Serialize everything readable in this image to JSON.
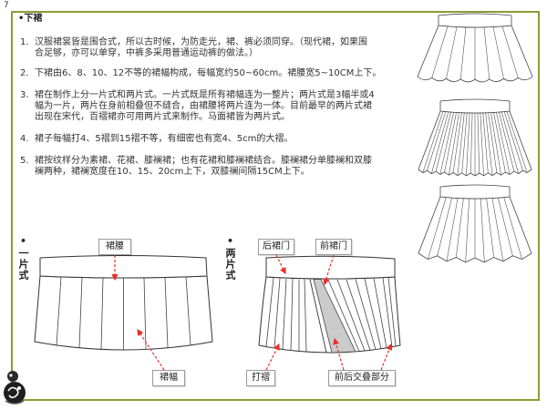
{
  "page_number": "7",
  "title": "•下裙",
  "items": [
    {
      "num": "1.",
      "lines": [
        "汉服裙裳皆是围合式，所以古时候，为防走光，裙、裤必须同穿。（现代裙，如果围",
        "合足够，亦可以单穿，中裤多采用普通运动裤的做法。）"
      ]
    },
    {
      "num": "2.",
      "lines": [
        "下裙由6、8、10、12不等的裙幅构成，每幅宽约50~60cm。裙腰宽5~10CM上下。"
      ]
    },
    {
      "num": "3.",
      "lines": [
        "裙在制作上分一片式和两片式。一片式既是所有裙幅连为一整片；两片式是3幅半或4",
        "幅为一片，两片在身前相叠但不缝合，由裙腰将两片连为一体。目前最早的两片式裙",
        "出现在宋代，百褶裙亦可用两片式来制作。马面裙皆为两片式。"
      ]
    },
    {
      "num": "4.",
      "lines": [
        "裙子每幅打4、5褶到15褶不等，有细密也有宽4、5cm的大褶。"
      ]
    },
    {
      "num": "5.",
      "lines": [
        "裙按纹样分为素裙、花裙、膝襕裙；也有花裙和膝襕裙结合。膝襕裙分单膝襕和双膝",
        "襕两种，裙襕宽度在10、15、20cm上下，双膝襕间隔15CM上下。"
      ]
    }
  ],
  "one_piece": {
    "heading": "•一片式",
    "labels": {
      "waistband": "裙腰",
      "panel": "裙幅"
    }
  },
  "two_piece": {
    "heading": "•两片式",
    "labels": {
      "back_door": "后裙门",
      "front_door": "前裙门",
      "pleat": "打褶",
      "overlap": "前后交叠部分"
    }
  },
  "colors": {
    "frame": "#8c9b35",
    "arrow": "#e5302a",
    "label_border": "#9a9a9a",
    "overlap": "#cbcbcb"
  }
}
